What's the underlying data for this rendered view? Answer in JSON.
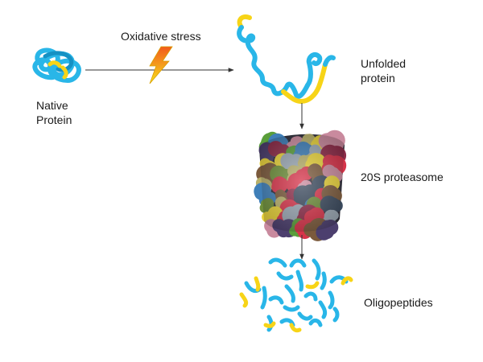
{
  "labels": {
    "native_line1": "Native",
    "native_line2": "Protein",
    "stress": "Oxidative stress",
    "unfolded_line1": "Unfolded",
    "unfolded_line2": "protein",
    "proteasome": "20S proteasome",
    "oligopeptides": "Oligopeptides"
  },
  "colors": {
    "protein": "#29b6e8",
    "protein_dark": "#1591c4",
    "highlight": "#f7d417",
    "arrow": "#333333",
    "bolt_top": "#f25a1c",
    "bolt_bottom": "#f7e21c"
  },
  "proteasome_colors": [
    "#5a9e3a",
    "#e8d23a",
    "#d7344a",
    "#3f7fb8",
    "#7b5a3c",
    "#9aa7b3",
    "#c98a9e",
    "#4c3f6e",
    "#6e8f3a",
    "#b8b06a",
    "#8e2d4a",
    "#3b4a5e"
  ]
}
